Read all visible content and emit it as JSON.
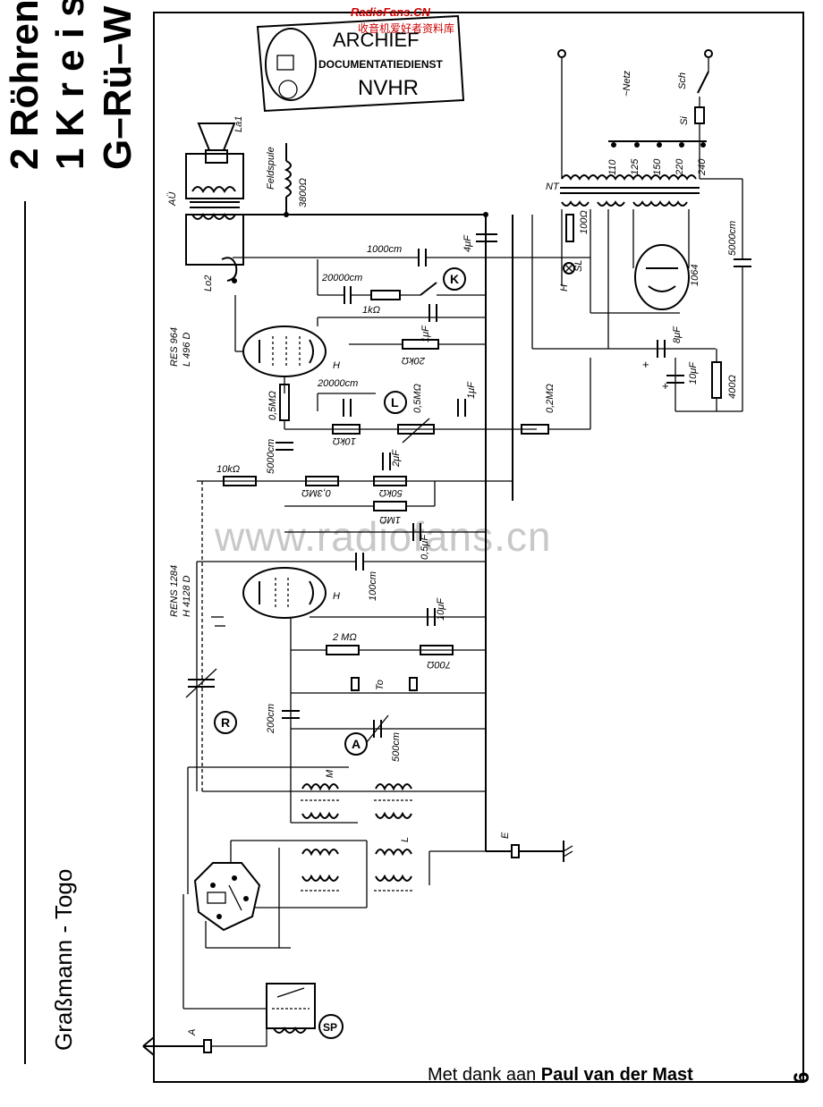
{
  "sheet": {
    "title_lines": [
      "2 Röhren",
      "1 K r e i s",
      "G–Rü–W"
    ],
    "model": "Graßmann - Togo",
    "credit_prefix": "Met dank aan ",
    "credit_name": "Paul van der Mast",
    "page_number": "6",
    "top_watermark": "RadioFans.CN",
    "top_watermark_sub": "收音机爱好者资料库",
    "center_watermark": "www.radiofans.cn"
  },
  "stamp": {
    "line1": "ARCHIEF",
    "line2": "DOCUMENTATIEDIENST",
    "line3": "NVHR"
  },
  "tubes": {
    "output": [
      "RES 964",
      "L 496 D"
    ],
    "detector": [
      "RENS 1284",
      "H 4128 D"
    ],
    "rectifier": "1064"
  },
  "labels": {
    "la1": "La1",
    "au": "AÜ",
    "lo2": "Lo2",
    "feldspule": "Feldspule",
    "feld_ohm": "3800Ω",
    "netz": "~Netz",
    "sch": "Sch",
    "si": "Si",
    "nt": "NT",
    "taps": [
      "110",
      "125",
      "150",
      "220",
      "240"
    ],
    "c_1000cm": "1000cm",
    "c_4uf": "4μF",
    "c_20000cm_a": "20000cm",
    "r_1k": "1kΩ",
    "c_1uf_a": "1μF",
    "r_20k": "20kΩ",
    "k": "K",
    "l": "L",
    "r": "R",
    "a": "A",
    "sp": "SP",
    "r_05m_a": "0,5MΩ",
    "c_20000cm_b": "20000cm",
    "r_10k_a": "10kΩ",
    "r_05m_b": "0,5MΩ",
    "c_1uf_b": "1μF",
    "r_02m": "0,2MΩ",
    "c_5000cm_a": "5000cm",
    "c_2uf": "2μF",
    "r_10k_b": "10kΩ",
    "r_03m": "0,3MΩ",
    "r_50k": "50kΩ",
    "r_1m": "1MΩ",
    "c_05uf": "0,5μF",
    "c_100cm": "100cm",
    "c_10uf_a": "10μF",
    "r_2m": "2 MΩ",
    "r_700": "700Ω",
    "to": "To",
    "c_200cm": "200cm",
    "c_500cm": "500cm",
    "m": "M",
    "l_coil": "L",
    "e": "E",
    "ant": "A",
    "c_8uf": "8μF",
    "c_10uf_b": "10μF",
    "r_400": "400Ω",
    "c_5000cm_b": "5000cm",
    "r_100": "100Ω",
    "sl": "SL",
    "h": "H"
  }
}
